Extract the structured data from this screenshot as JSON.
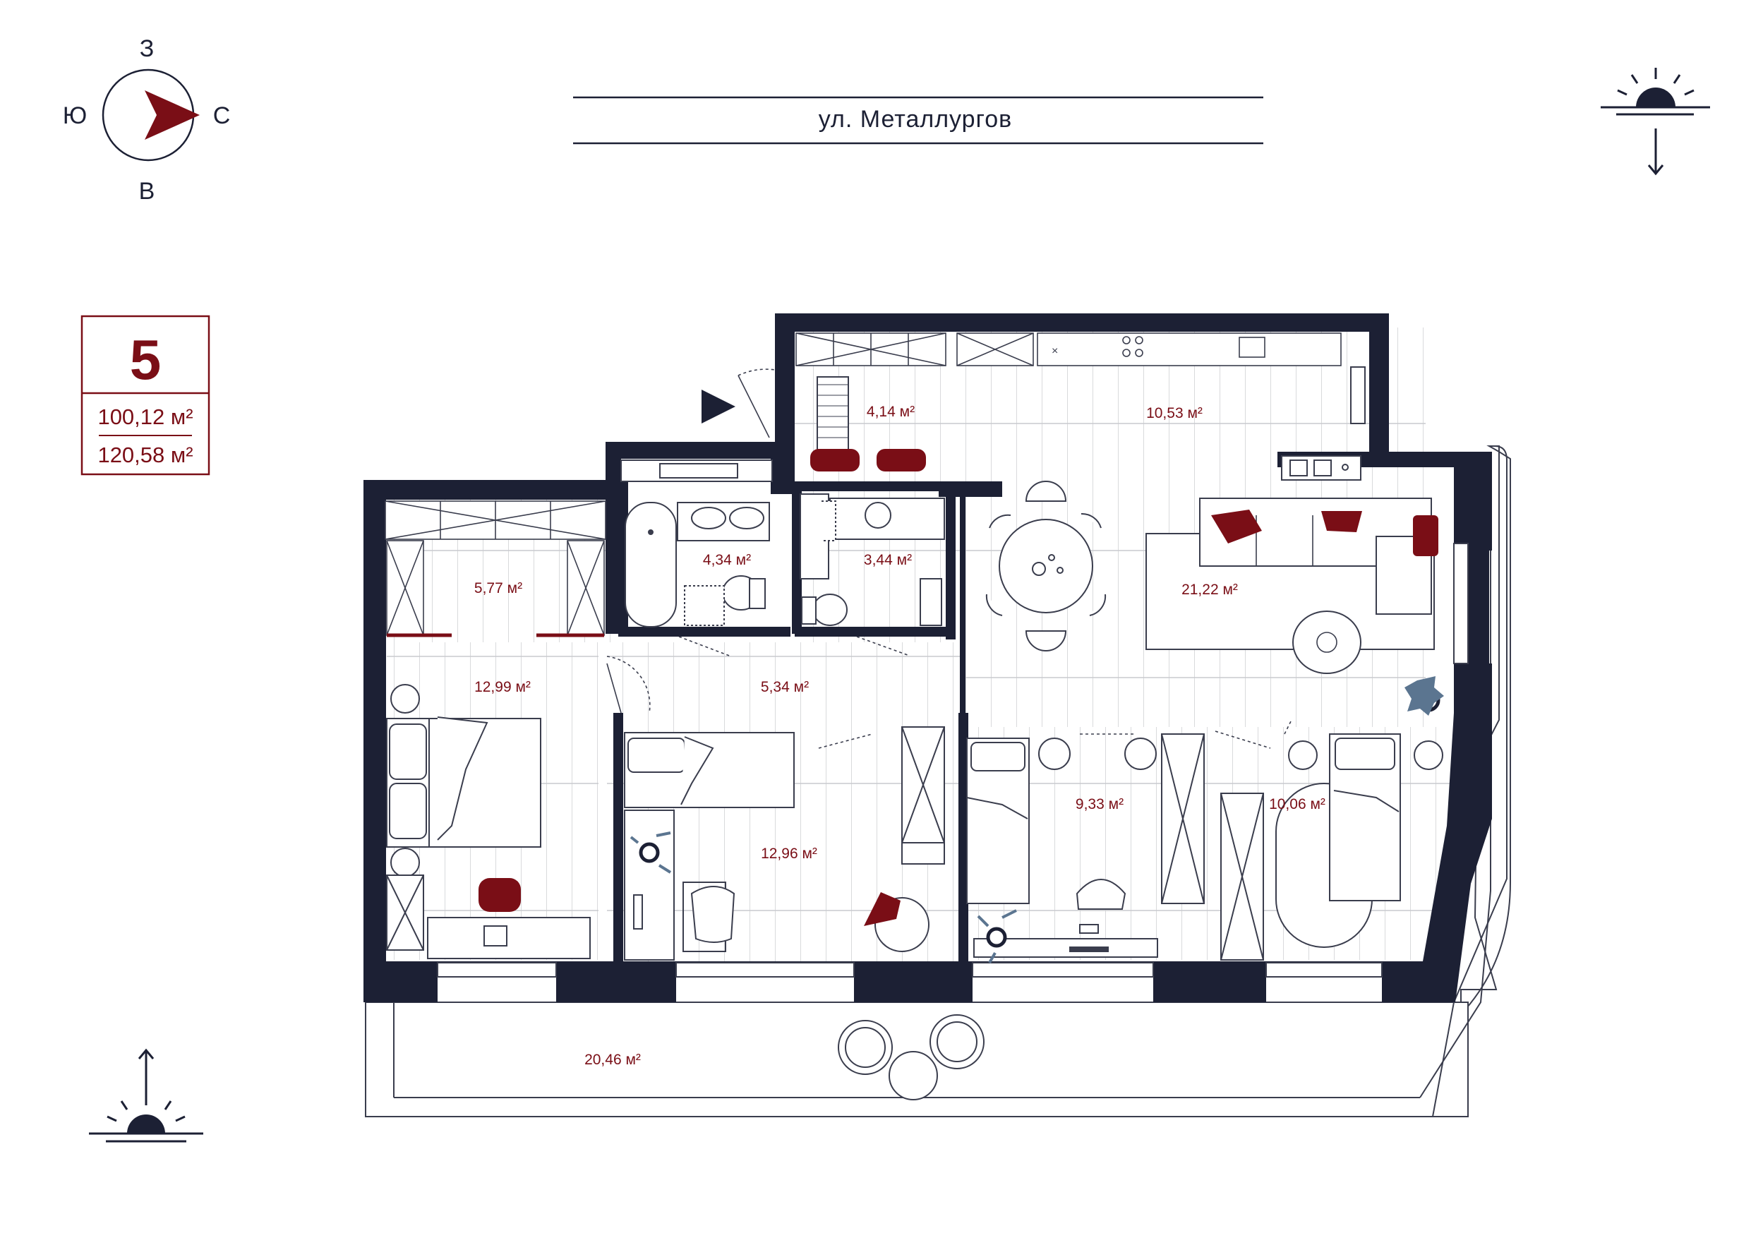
{
  "street": "ул. Металлургов",
  "compass": {
    "north": "З",
    "south": "В",
    "west": "Ю",
    "east": "С"
  },
  "apartment": {
    "number": "5",
    "area_living": "100,12 м²",
    "area_total": "120,58 м²"
  },
  "rooms": [
    {
      "id": "hall-closet",
      "area": "4,14 м²"
    },
    {
      "id": "kitchen",
      "area": "10,53 м²"
    },
    {
      "id": "bathroom",
      "area": "4,34 м²"
    },
    {
      "id": "toilet",
      "area": "3,44 м²"
    },
    {
      "id": "living-room",
      "area": "21,22 м²"
    },
    {
      "id": "wardrobe",
      "area": "5,77 м²"
    },
    {
      "id": "master-bedroom",
      "area": "12,99 м²"
    },
    {
      "id": "corridor",
      "area": "5,34 м²"
    },
    {
      "id": "bedroom-2",
      "area": "12,96 м²"
    },
    {
      "id": "bedroom-3",
      "area": "9,33 м²"
    },
    {
      "id": "bedroom-4",
      "area": "10,06 м²"
    },
    {
      "id": "terrace",
      "area": "20,46 м²"
    }
  ],
  "colors": {
    "wall": "#1c2034",
    "accent": "#7a0e16",
    "line": "#3a3d4d",
    "floor_line": "#c9cace",
    "plant": "#5b7590"
  },
  "icons": {
    "sunrise": "sunrise-icon",
    "sunset": "sunset-icon",
    "compass": "compass-icon",
    "entrance": "entrance-arrow-icon"
  }
}
